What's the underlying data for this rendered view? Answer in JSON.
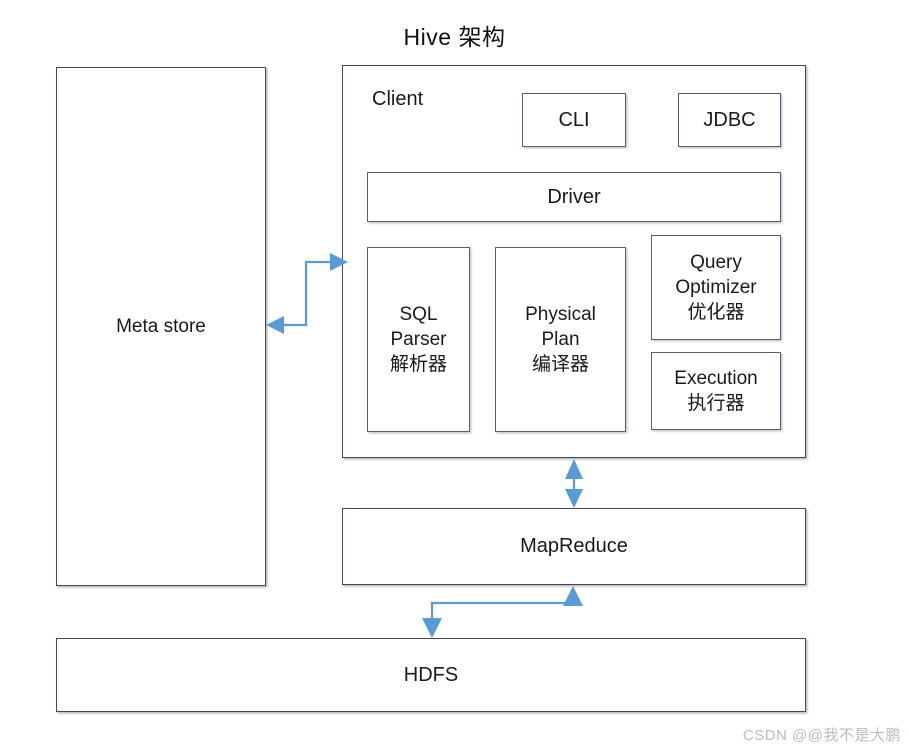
{
  "diagram": {
    "title": "Hive 架构",
    "watermark": "CSDN @@我不是大鹏",
    "colors": {
      "arrow": "#5B9BD5",
      "box_border": "#44484F",
      "inner_border": "#5A5E66",
      "background": "#FFFFFF",
      "text": "#1A1A1A",
      "watermark": "#B9BCC2"
    },
    "nodes": {
      "metastore": {
        "label": "Meta store"
      },
      "client": {
        "label": "Client",
        "clients": [
          {
            "label": "CLI"
          },
          {
            "label": "JDBC"
          }
        ],
        "driver": {
          "label": "Driver"
        },
        "components": [
          {
            "label": "SQL\nParser\n解析器"
          },
          {
            "label": "Physical\nPlan\n编译器"
          },
          {
            "label": "Query\nOptimizer\n优化器"
          },
          {
            "label": "Execution\n执行器"
          }
        ]
      },
      "mapreduce": {
        "label": "MapReduce"
      },
      "hdfs": {
        "label": "HDFS"
      }
    },
    "connectors": [
      {
        "name": "metastore-client-link",
        "from": "Meta store",
        "to": "Client",
        "style": "bidirectional-s-shape"
      },
      {
        "name": "client-mapreduce-link",
        "from": "Client",
        "to": "MapReduce",
        "style": "bidirectional-vertical"
      },
      {
        "name": "mapreduce-hdfs-link",
        "from": "MapReduce",
        "to": "HDFS",
        "style": "bidirectional-u-shape"
      }
    ]
  }
}
